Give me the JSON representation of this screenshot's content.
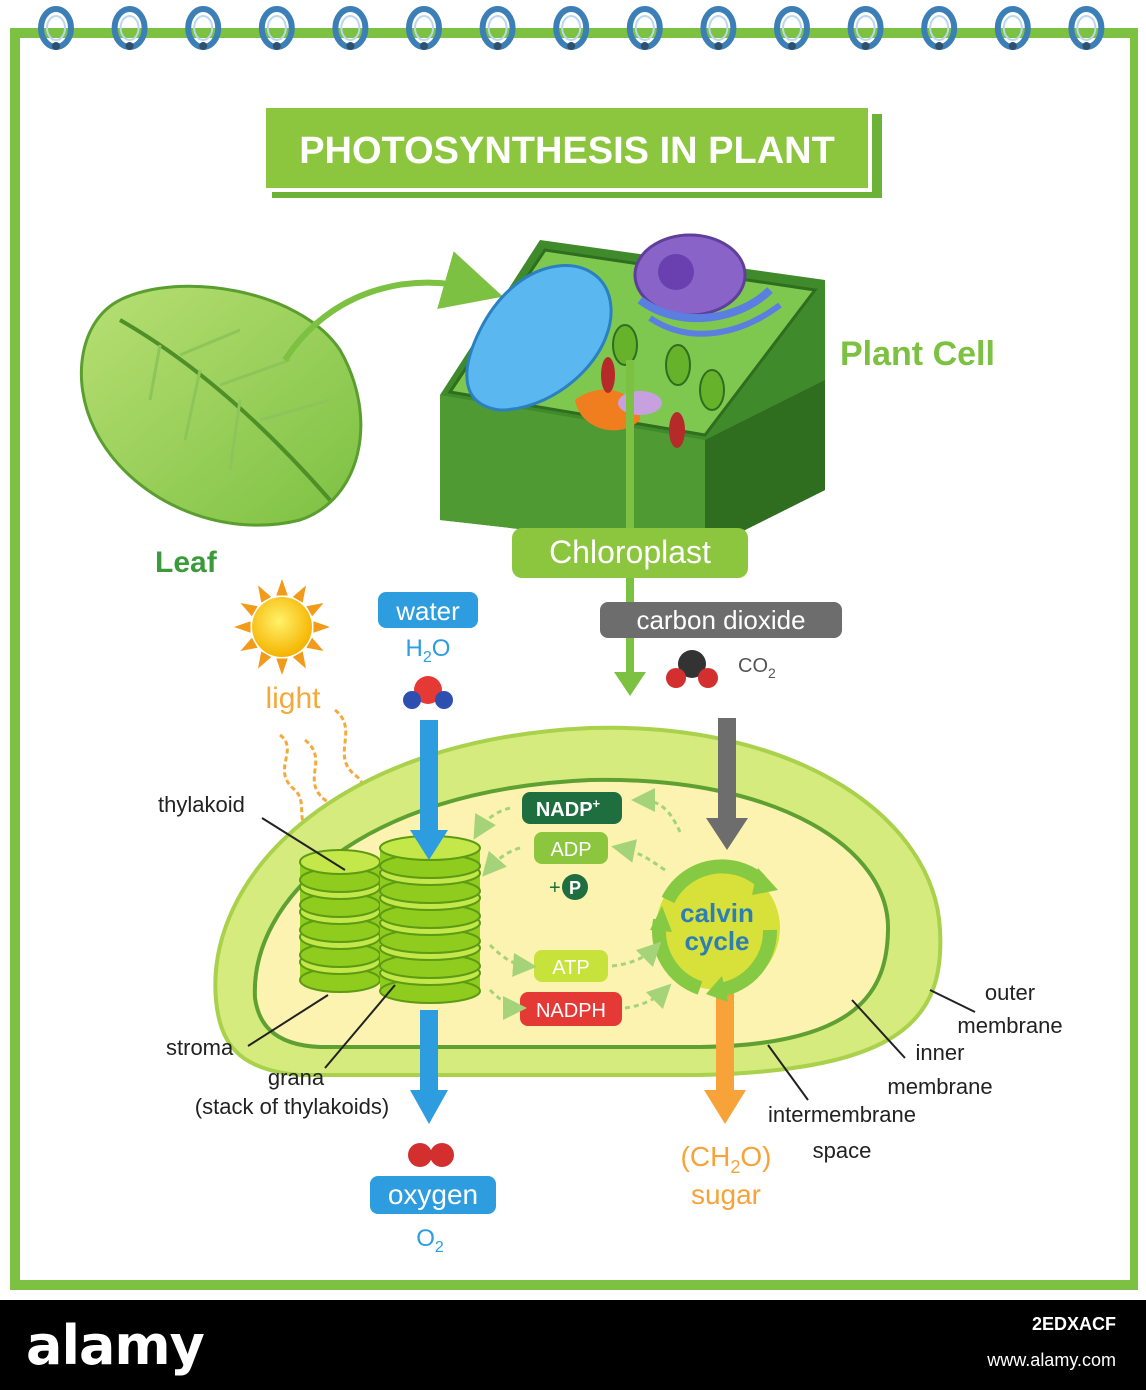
{
  "title": "PHOTOSYNTHESIS IN PLANT",
  "labels": {
    "leaf": "Leaf",
    "plant_cell": "Plant Cell",
    "chloroplast": "Chloroplast",
    "light": "light",
    "water": "water",
    "water_formula": "H",
    "water_formula_sub": "2",
    "water_formula_end": "O",
    "carbon_dioxide": "carbon dioxide",
    "co2": "CO",
    "co2_sub": "2",
    "thylakoid": "thylakoid",
    "stroma": "stroma",
    "grana": "grana",
    "grana_note": "(stack of thylakoids)",
    "nadp": "NADP",
    "nadp_sup": "+",
    "adp": "ADP",
    "plus": "+",
    "p": "P",
    "atp": "ATP",
    "nadph": "NADPH",
    "calvin_line1": "calvin",
    "calvin_line2": "cycle",
    "outer_membrane_1": "outer",
    "outer_membrane_2": "membrane",
    "inner_membrane_1": "inner",
    "inner_membrane_2": "membrane",
    "intermembrane_1": "intermembrane",
    "intermembrane_2": "space",
    "oxygen": "oxygen",
    "o2": "O",
    "o2_sub": "2",
    "ch2o_open": "(CH",
    "ch2o_sub": "2",
    "ch2o_close": "O)",
    "sugar": "sugar"
  },
  "watermark": {
    "brand": "alamy",
    "image_id": "2EDXACF",
    "url": "www.alamy.com"
  },
  "colors": {
    "frame_green": "#7cc142",
    "title_bg": "#8cc63f",
    "title_text": "#ffffff",
    "leaf_label": "#3b9b3a",
    "plant_cell_label": "#7cc142",
    "water_blue": "#2d9de0",
    "co2_gray": "#6d6d6d",
    "nadp_green": "#1f6e3f",
    "adp_green": "#8cc63f",
    "atp_yellowgreen": "#c7e33b",
    "nadph_red": "#e53935",
    "sugar_orange": "#f7a33a",
    "light_orange": "#f6a93b"
  }
}
